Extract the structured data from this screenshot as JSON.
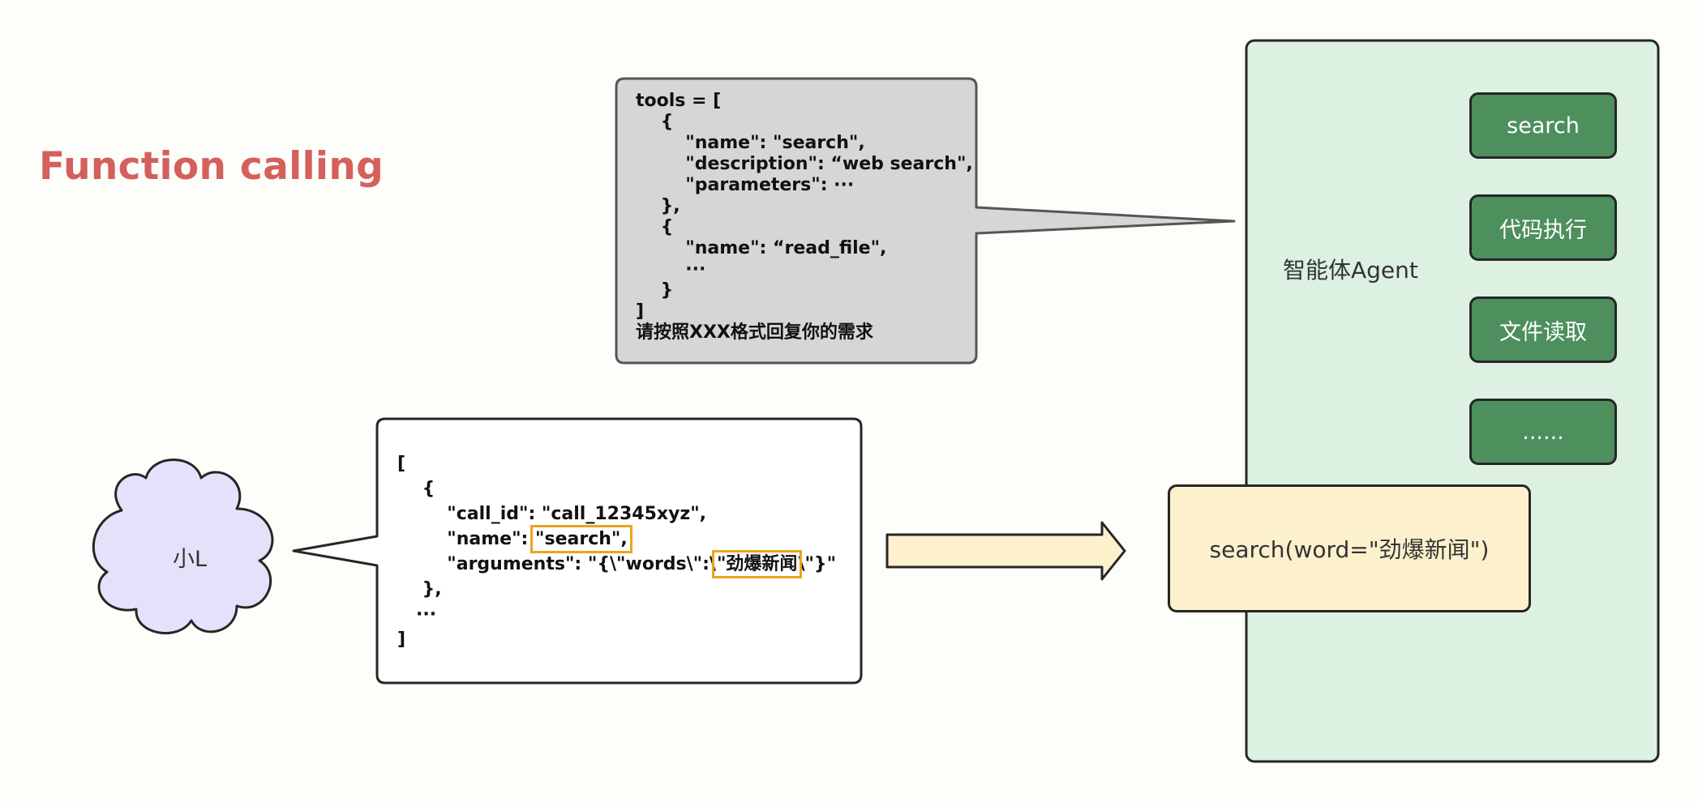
{
  "title": "Function calling",
  "agent": {
    "label": "智能体Agent",
    "tools": [
      "search",
      "代码执行",
      "文件读取",
      "......"
    ]
  },
  "tools_prompt": {
    "lines": [
      "tools = [",
      "    {",
      "        \"name\": \"search\",",
      "        \"description\": “web search\",",
      "        \"parameters\": ···",
      "    },",
      "    {",
      "        \"name\": “read_file\",",
      "        ···",
      "    }",
      "]"
    ],
    "instruction": "请按照XXX格式回复你的需求"
  },
  "user": {
    "name": "小L"
  },
  "call_json": {
    "open": "[",
    "brace_open": "    {",
    "call_id_line": "        \"call_id\": \"call_12345xyz\",",
    "name_key": "        \"name\": ",
    "name_value": "\"search\",",
    "args_prefix": "        \"arguments\": \"{\\\"words\\\":\\",
    "args_value": "\"劲爆新闻",
    "args_suffix": "\\\"}\"",
    "brace_close": "    },",
    "ellipsis": "   ···",
    "close": "]"
  },
  "function_call": "search(word=\"劲爆新闻\")",
  "colors": {
    "title": "#d4605c",
    "agent_panel": "#dcf1e2",
    "tool_button": "#4e8f5e",
    "call_box": "#fdf1cd",
    "cloud": "#e6e1fb",
    "prompt_bubble": "#d6d6d6",
    "highlight": "#eaa51d",
    "arrow": "#fdf1cd"
  }
}
